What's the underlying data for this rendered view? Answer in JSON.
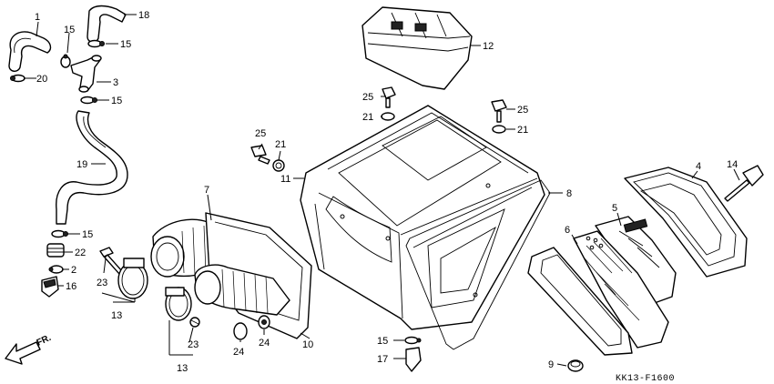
{
  "diagram_code": "KK13-F1600",
  "direction_label": "FR.",
  "callouts": [
    {
      "id": "c1",
      "text": "1"
    },
    {
      "id": "c18",
      "text": "18"
    },
    {
      "id": "c15a",
      "text": "15"
    },
    {
      "id": "c15b",
      "text": "15"
    },
    {
      "id": "c3",
      "text": "3"
    },
    {
      "id": "c20",
      "text": "20"
    },
    {
      "id": "c15c",
      "text": "15"
    },
    {
      "id": "c19",
      "text": "19"
    },
    {
      "id": "c15d",
      "text": "15"
    },
    {
      "id": "c22",
      "text": "22"
    },
    {
      "id": "c2",
      "text": "2"
    },
    {
      "id": "c16",
      "text": "16"
    },
    {
      "id": "c23a",
      "text": "23"
    },
    {
      "id": "c13a",
      "text": "13"
    },
    {
      "id": "c7",
      "text": "7"
    },
    {
      "id": "c23b",
      "text": "23"
    },
    {
      "id": "c13b",
      "text": "13"
    },
    {
      "id": "c24a",
      "text": "24"
    },
    {
      "id": "c24b",
      "text": "24"
    },
    {
      "id": "c10",
      "text": "10"
    },
    {
      "id": "c25a",
      "text": "25"
    },
    {
      "id": "c21a",
      "text": "21"
    },
    {
      "id": "c11",
      "text": "11"
    },
    {
      "id": "c12",
      "text": "12"
    },
    {
      "id": "c25b",
      "text": "25"
    },
    {
      "id": "c21b",
      "text": "21"
    },
    {
      "id": "c25c",
      "text": "25"
    },
    {
      "id": "c21c",
      "text": "21"
    },
    {
      "id": "c8",
      "text": "8"
    },
    {
      "id": "c15e",
      "text": "15"
    },
    {
      "id": "c17",
      "text": "17"
    },
    {
      "id": "c4",
      "text": "4"
    },
    {
      "id": "c14",
      "text": "14"
    },
    {
      "id": "c5",
      "text": "5"
    },
    {
      "id": "c6",
      "text": "6"
    },
    {
      "id": "c9",
      "text": "9"
    }
  ]
}
